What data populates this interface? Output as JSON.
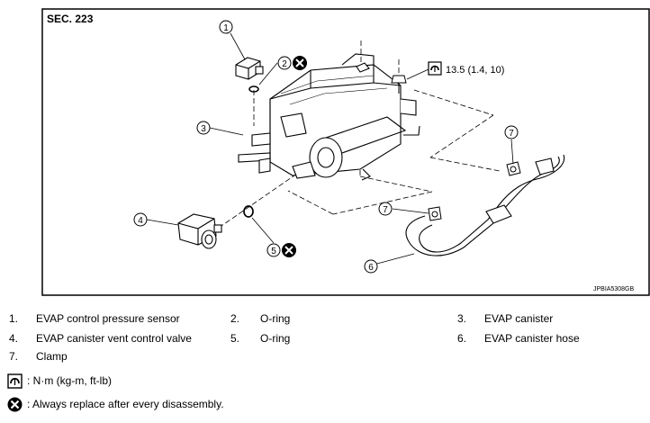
{
  "section_label": "SEC. 223",
  "figure_code": "JPBIA5308GB",
  "torque_spec": "13.5 (1.4, 10)",
  "callouts": [
    "1",
    "2",
    "3",
    "4",
    "5",
    "6",
    "7",
    "7"
  ],
  "legend": [
    {
      "number": "1.",
      "text": "EVAP control pressure sensor"
    },
    {
      "number": "2.",
      "text": "O-ring"
    },
    {
      "number": "3.",
      "text": "EVAP canister"
    },
    {
      "number": "4.",
      "text": "EVAP canister vent control valve"
    },
    {
      "number": "5.",
      "text": "O-ring"
    },
    {
      "number": "6.",
      "text": "EVAP canister hose"
    },
    {
      "number": "7.",
      "text": "Clamp"
    }
  ],
  "notes": {
    "torque_note": ": N·m (kg-m, ft-lb)",
    "replace_note": ": Always replace after every disassembly."
  },
  "icons": [
    "torque-wrench-icon",
    "replace-x-icon"
  ]
}
